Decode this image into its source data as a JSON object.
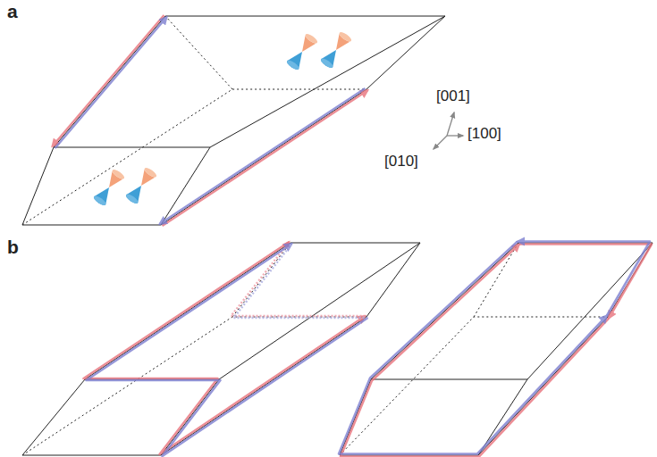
{
  "diagram": {
    "labels": [
      "a",
      "[001]",
      "[100]",
      "[010]",
      "b"
    ]
  }
}
